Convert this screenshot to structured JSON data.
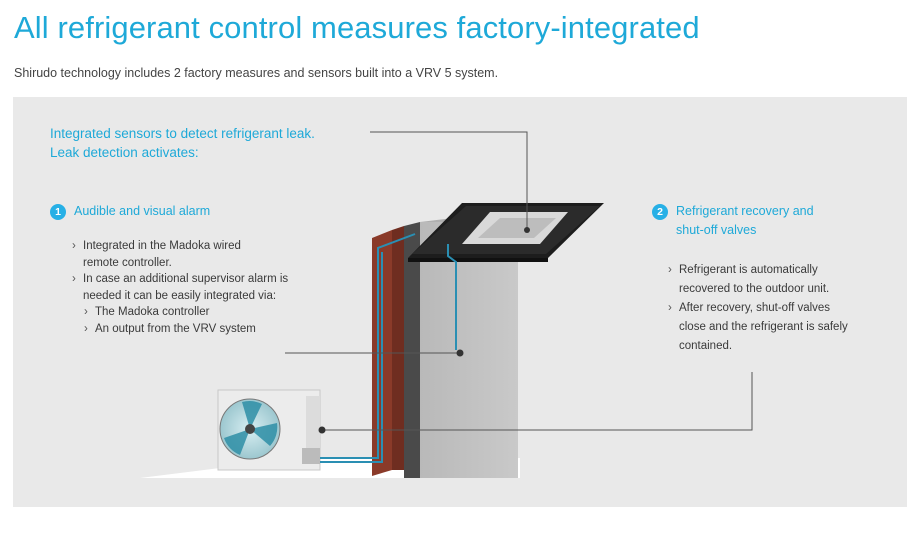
{
  "header": {
    "title": "All refrigerant control measures factory-integrated",
    "subtitle": "Shirudo technology includes 2 factory measures and sensors built into a VRV 5 system."
  },
  "intro": {
    "line1": "Integrated sensors to detect refrigerant leak.",
    "line2": "Leak detection activates:"
  },
  "section1": {
    "number": "1",
    "heading": "Audible and visual alarm",
    "bullets": [
      "Integrated in the Madoka wired",
      "remote controller.",
      "In case an additional supervisor alarm is",
      "needed it can be easily integrated via:",
      "The Madoka controller",
      "An output from the VRV system"
    ]
  },
  "section2": {
    "number": "2",
    "heading_line1": "Refrigerant recovery and",
    "heading_line2": "shut-off valves",
    "bullets": [
      "Refrigerant is automatically",
      "recovered to the outdoor unit.",
      "After recovery, shut-off valves",
      "close and the refrigerant is safely",
      "contained."
    ]
  },
  "colors": {
    "accent": "#1ea9d8",
    "panel": "#e9e9e9",
    "wall": "#8c3b2a",
    "pipe": "#2a8fb3",
    "room": "#c2c2c2"
  }
}
